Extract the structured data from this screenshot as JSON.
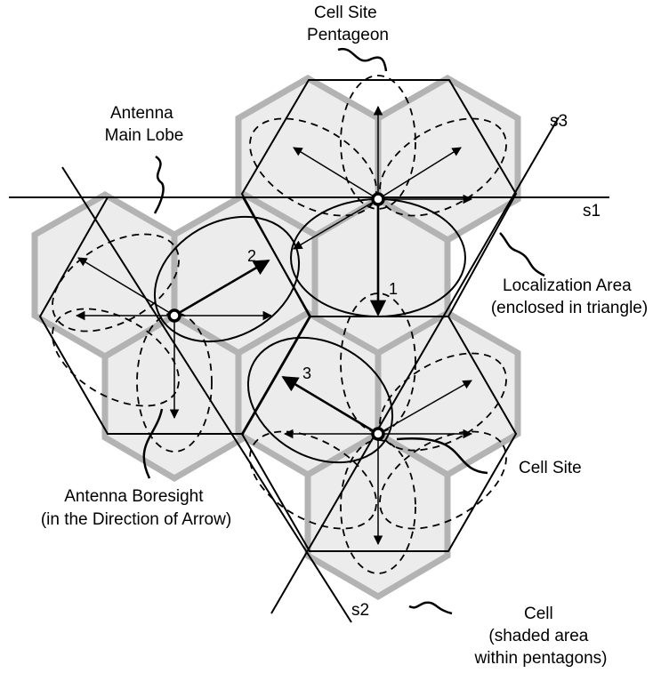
{
  "labels": {
    "cell_site_pentagon": [
      "Cell Site",
      "Pentageon"
    ],
    "antenna_main_lobe": [
      "Antenna",
      "Main Lobe"
    ],
    "localization_area": [
      "Localization Area",
      "(enclosed in triangle)"
    ],
    "antenna_boresight": [
      "Antenna Boresight",
      "(in the Direction of Arrow)"
    ],
    "cell_site": "Cell Site",
    "cell": [
      "Cell",
      "(shaded area",
      "within pentagons)"
    ]
  },
  "line_labels": {
    "s1": "s1",
    "s2": "s2",
    "s3": "s3"
  },
  "arrow_numbers": {
    "n1": "1",
    "n2": "2",
    "n3": "3"
  },
  "colors": {
    "cell_fill": "#ececec",
    "cell_stroke": "#b3b3b3",
    "line": "#000000"
  }
}
